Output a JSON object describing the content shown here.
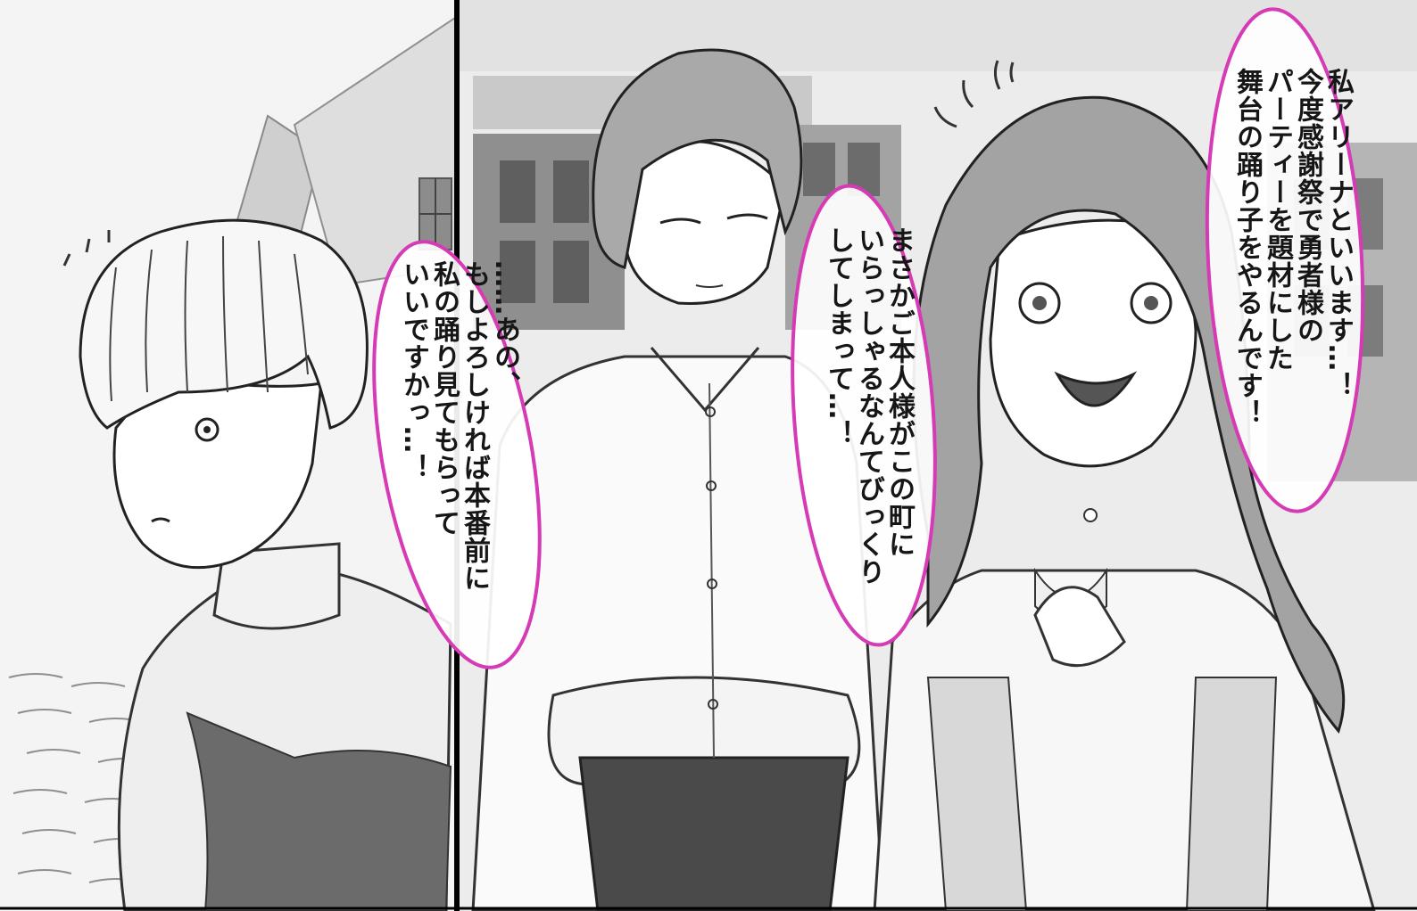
{
  "colors": {
    "bubble_outline": "#d63ab4",
    "panel_border": "#000000",
    "ink": "#161616",
    "tone_light": "#d7d7d7",
    "tone_mid": "#a8a8a8",
    "tone_dark": "#5c5c5c"
  },
  "bubbles": [
    {
      "lines": [
        "私アリーナといいます…！",
        "今度感謝祭で勇者様の",
        "パーティーを題材にした",
        "舞台の踊り子をやるんです！"
      ]
    },
    {
      "lines": [
        "まさかご本人様がこの町に",
        "いらっしゃるなんてびっくり",
        "してしまって…！"
      ]
    },
    {
      "lines": [
        "……あの、",
        "もしよろしければ本番前に",
        "私の踊り見てもらって",
        "いいですかっ…！"
      ]
    }
  ]
}
